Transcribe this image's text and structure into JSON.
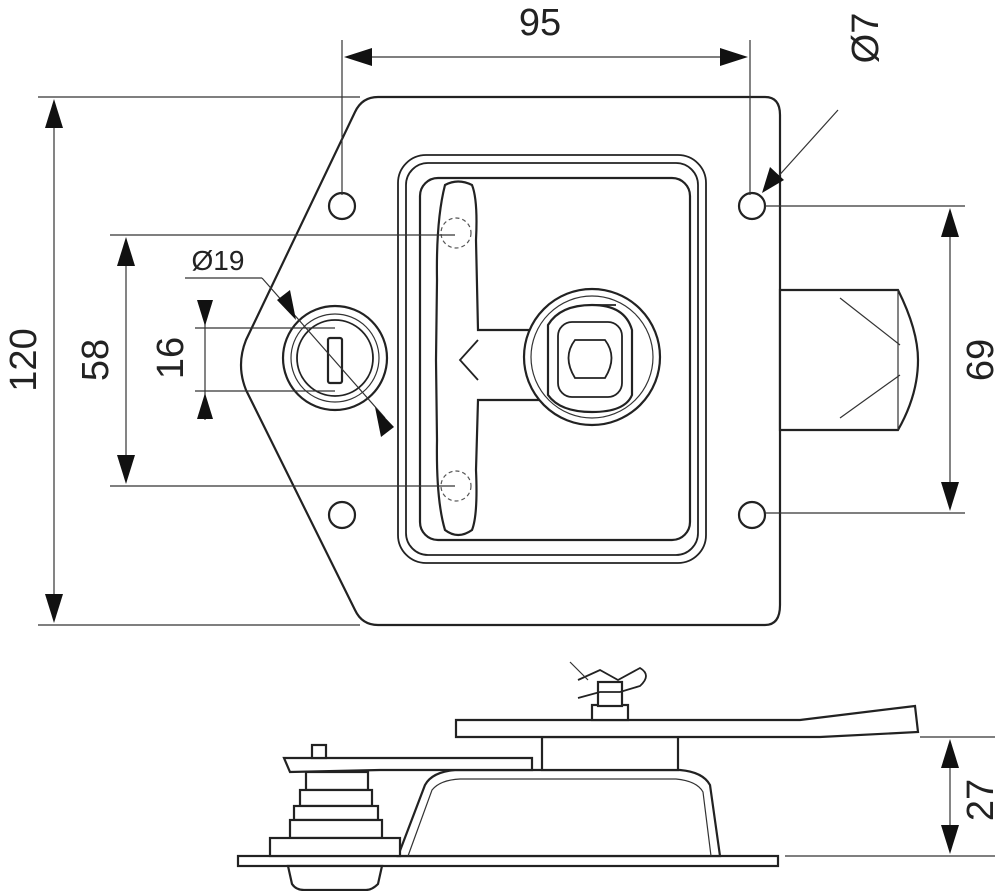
{
  "drawing": {
    "dimensions": {
      "width_holes": "95",
      "hole_diameter": "Ø7",
      "overall_height": "120",
      "handle_span": "58",
      "lock_dim": "16",
      "lock_diameter": "Ø19",
      "hole_spacing_vertical": "69",
      "depth": "27"
    }
  }
}
